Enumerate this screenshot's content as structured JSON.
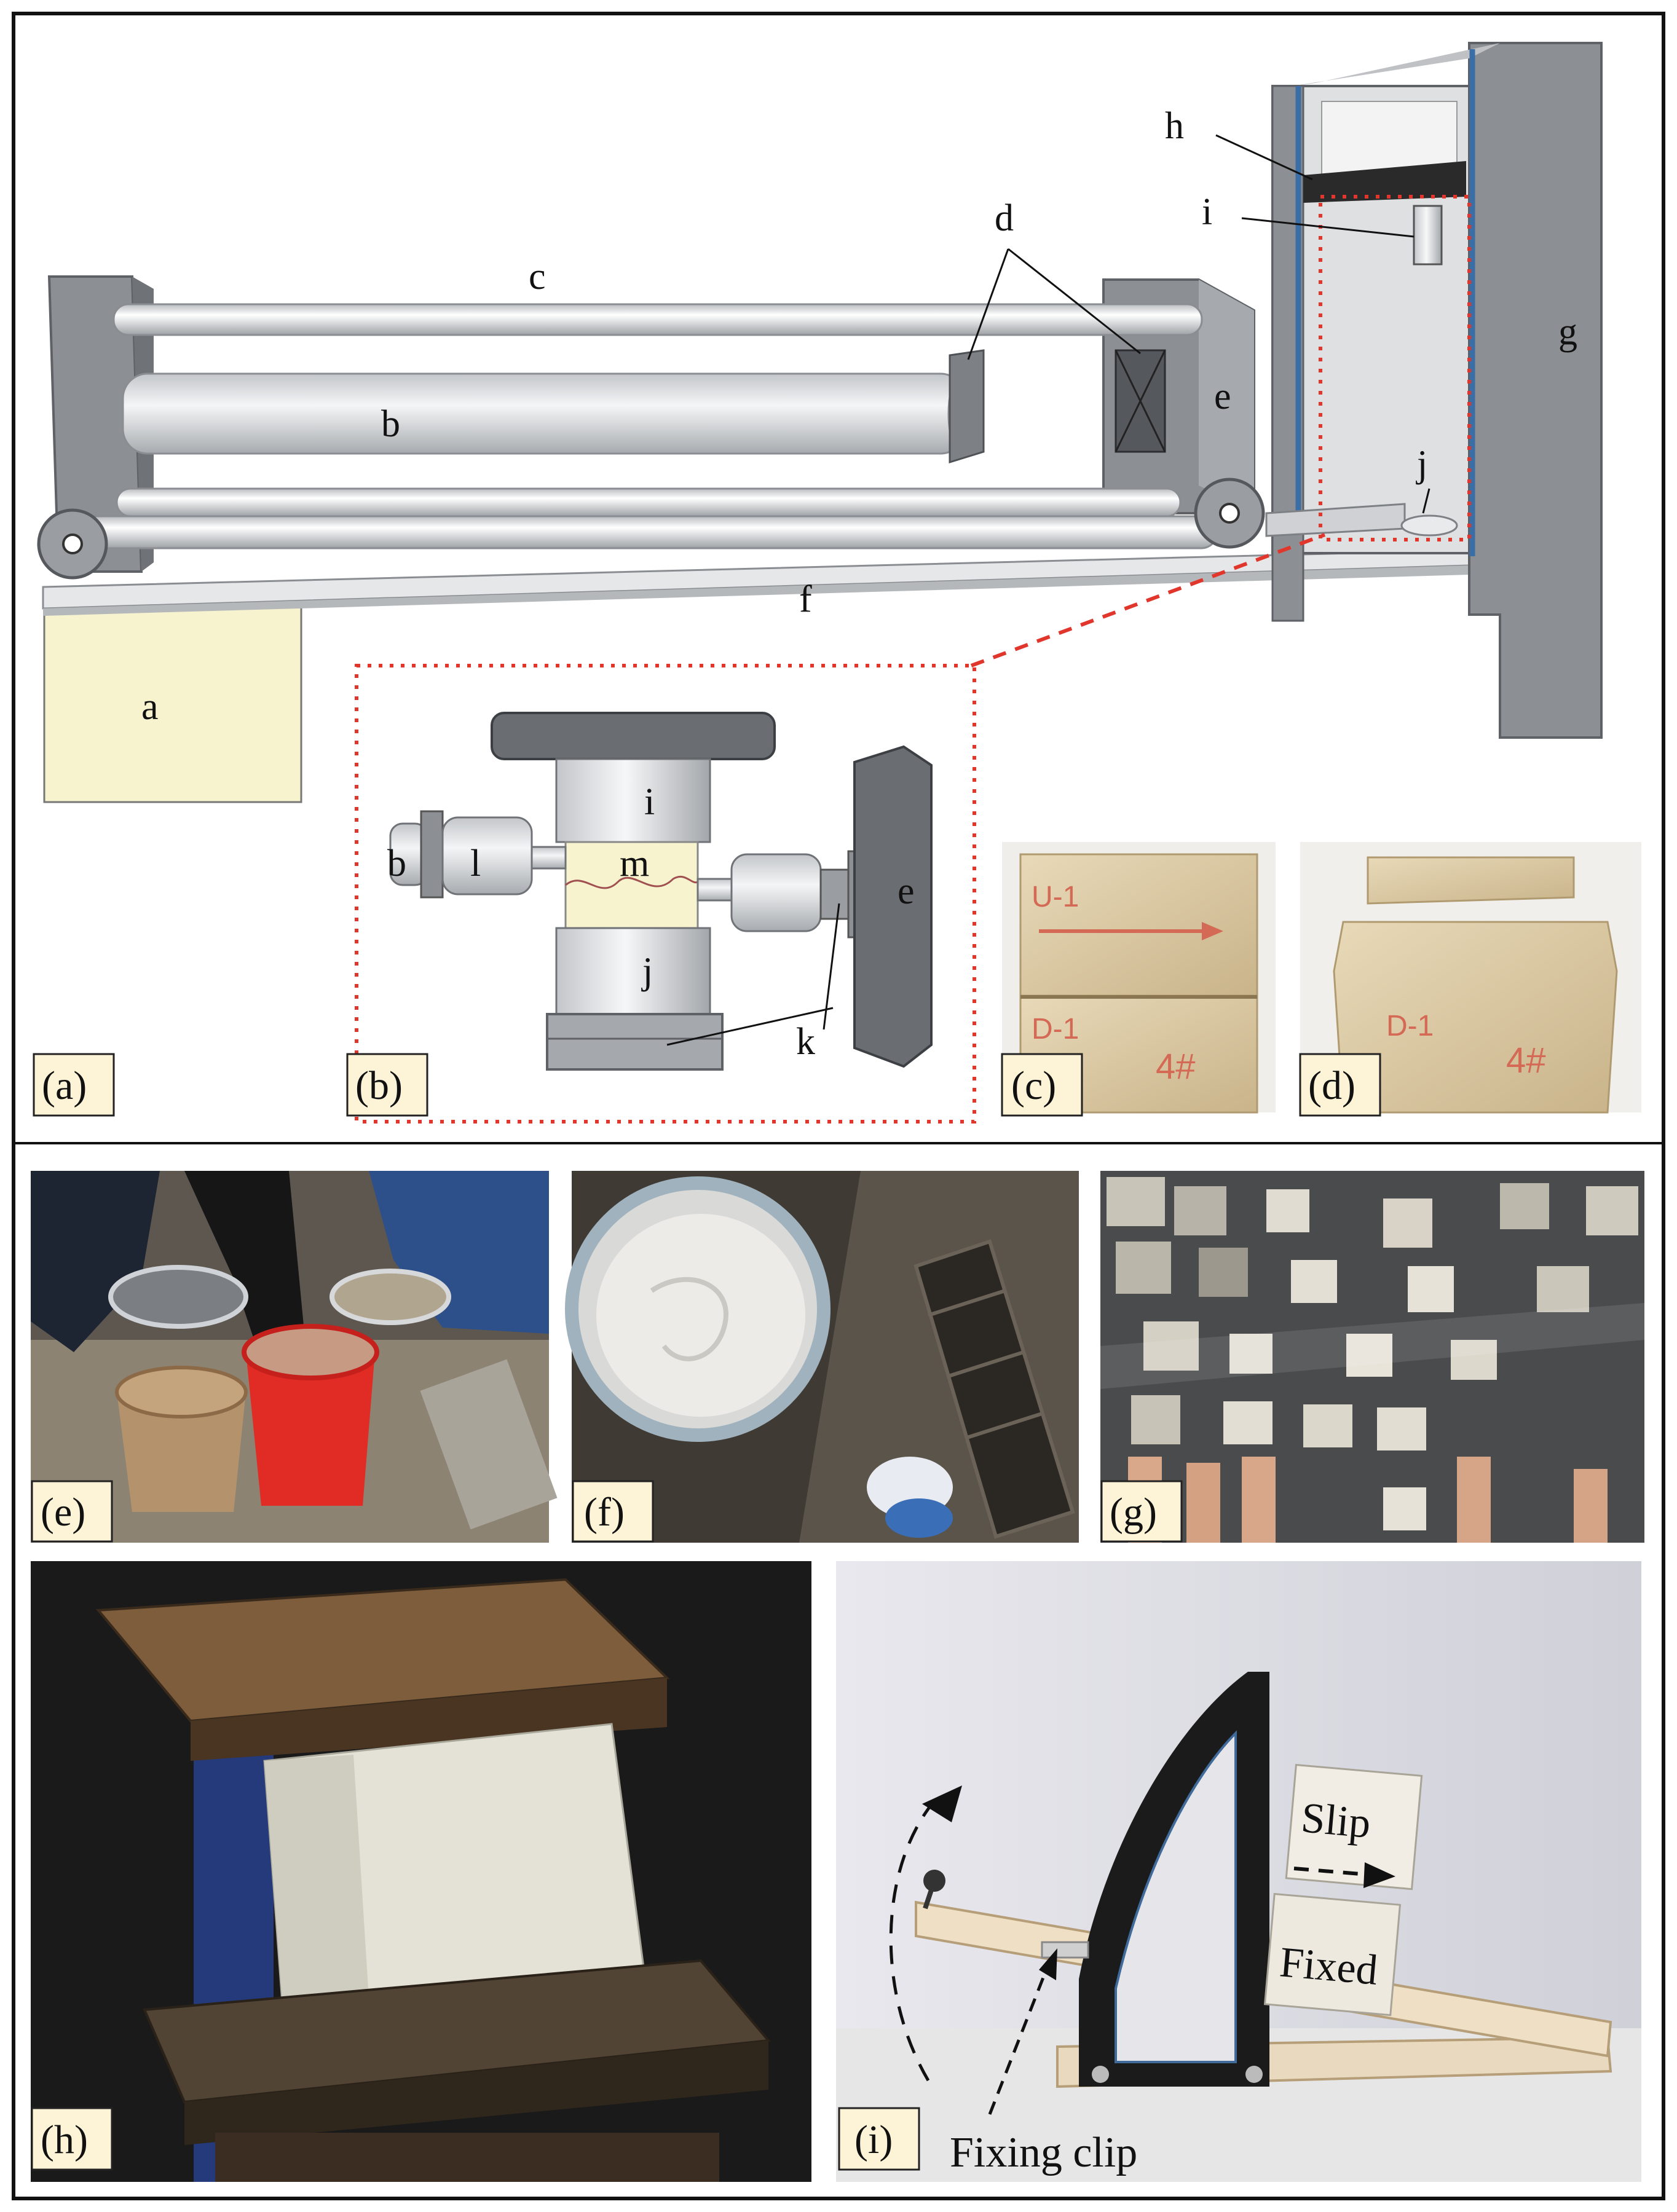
{
  "panel_labels": {
    "a": "(a)",
    "b": "(b)",
    "c": "(c)",
    "d": "(d)",
    "e": "(e)",
    "f": "(f)",
    "g": "(g)",
    "h": "(h)",
    "i": "(i)"
  },
  "apparatus_labels": {
    "a": "a",
    "b": "b",
    "c": "c",
    "d": "d",
    "e": "e",
    "f": "f",
    "g": "g",
    "h": "h",
    "i": "i",
    "j": "j"
  },
  "detail_labels": {
    "b": "b",
    "l": "l",
    "m": "m",
    "i": "i",
    "j": "j",
    "k": "k",
    "e": "e"
  },
  "specimen_marks": {
    "c_top": "U-1",
    "c_bottom": "D-1",
    "c_code": "4#",
    "d_bottom": "D-1",
    "d_code": "4#"
  },
  "tilt_test": {
    "slip": "Slip",
    "fixed": "Fixed",
    "fixing_clip": "Fixing clip"
  },
  "colors": {
    "frame_gray": "#8c8f93",
    "frame_dark": "#5e6166",
    "accent_red": "#e0362c",
    "pale_yellow": "#f7f3cf",
    "tag_fill": "#fdf3d6",
    "blue_edge": "#3a6ea5"
  }
}
